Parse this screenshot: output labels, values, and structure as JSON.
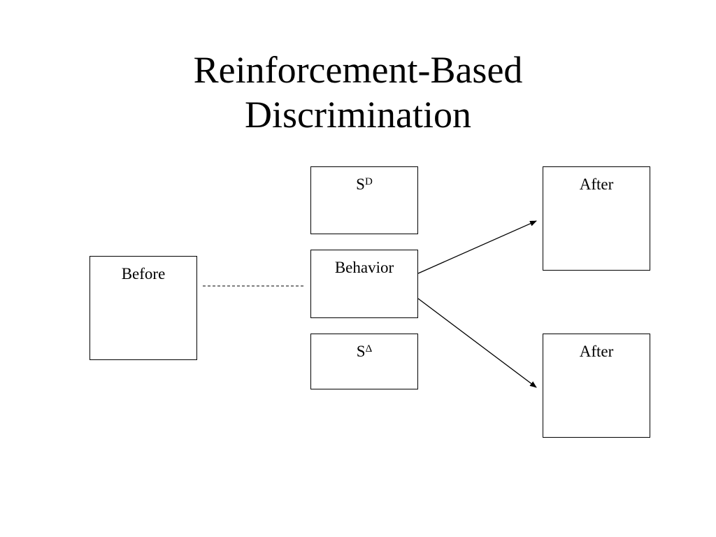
{
  "title": {
    "line1": "Reinforcement-Based",
    "line2": "Discrimination"
  },
  "boxes": {
    "before": "Before",
    "sd": {
      "base": "S",
      "superscript": "D"
    },
    "behavior": "Behavior",
    "sdelta": {
      "base": "S",
      "superscript": "Δ"
    },
    "after_top": "After",
    "after_bottom": "After"
  },
  "colors": {
    "line": "#000000",
    "background": "#ffffff"
  }
}
